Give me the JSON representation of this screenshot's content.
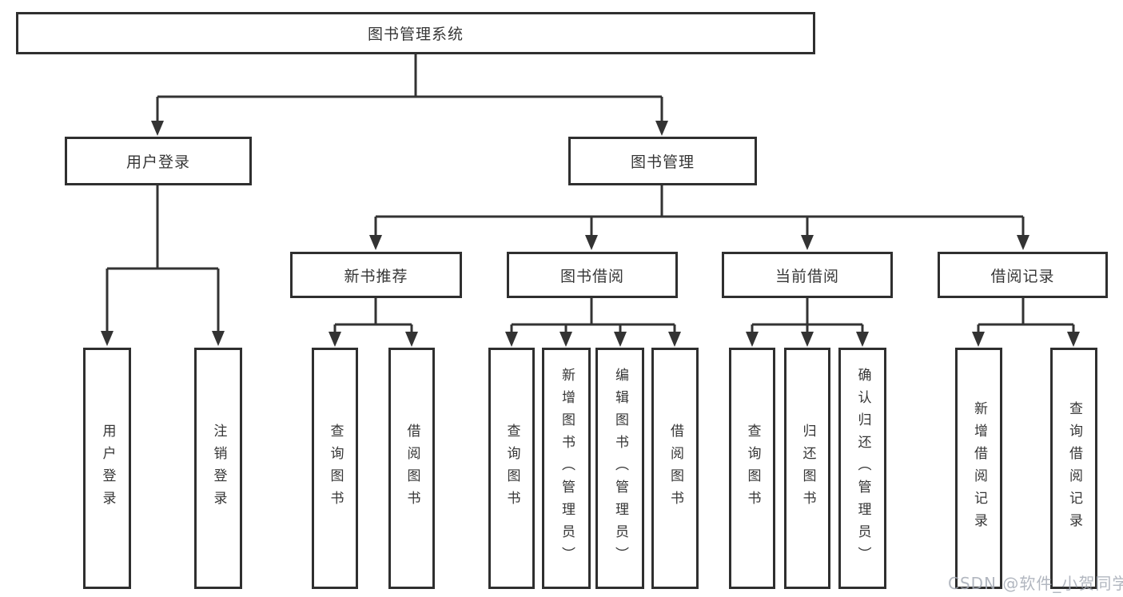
{
  "diagram_type": "hierarchy-tree",
  "tree": {
    "root": {
      "label": "图书管理系统",
      "children": [
        {
          "label": "用户登录",
          "children": [
            {
              "label": "用户登录"
            },
            {
              "label": "注销登录"
            }
          ]
        },
        {
          "label": "图书管理",
          "children": [
            {
              "label": "新书推荐",
              "children": [
                {
                  "label": "查询图书"
                },
                {
                  "label": "借阅图书"
                }
              ]
            },
            {
              "label": "图书借阅",
              "children": [
                {
                  "label": "查询图书"
                },
                {
                  "label": "新增图书（管理员）"
                },
                {
                  "label": "编辑图书（管理员）"
                },
                {
                  "label": "借阅图书"
                }
              ]
            },
            {
              "label": "当前借阅",
              "children": [
                {
                  "label": "查询图书"
                },
                {
                  "label": "归还图书"
                },
                {
                  "label": "确认归还（管理员）"
                }
              ]
            },
            {
              "label": "借阅记录",
              "children": [
                {
                  "label": "新增借阅记录"
                },
                {
                  "label": "查询借阅记录"
                }
              ]
            }
          ]
        }
      ]
    }
  },
  "watermark": {
    "text": "CSDN @软件_小贺同学"
  },
  "colors": {
    "line": "#333333",
    "box_border": "#2f2f2f",
    "box_fill": "#ffffff",
    "text": "#363636",
    "watermark": "#a4aab5",
    "background": "#ffffff"
  }
}
